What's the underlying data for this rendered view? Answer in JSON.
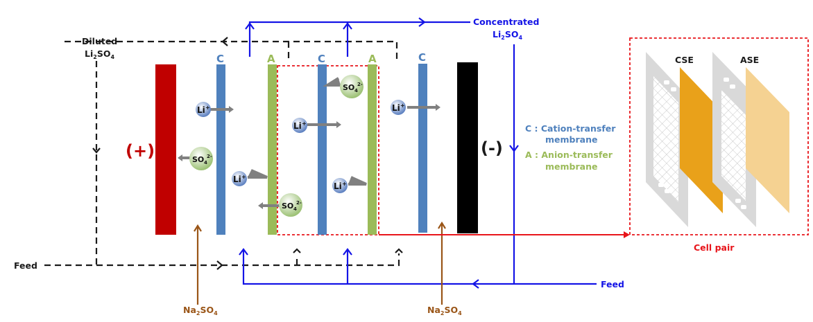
{
  "diagram": {
    "labels": {
      "diluted_line1": "Diluted",
      "diluted_line2_main": "Li",
      "diluted_line2_sub1": "2",
      "diluted_line2_main2": "SO",
      "diluted_line2_sub2": "4",
      "concentrated_line1": "Concentrated",
      "concentrated_line2_main": "Li",
      "concentrated_line2_sub1": "2",
      "concentrated_line2_main2": "SO",
      "concentrated_line2_sub2": "4",
      "feed_left": "Feed",
      "feed_right": "Feed",
      "na2so4_main": "Na",
      "na2so4_sub1": "2",
      "na2so4_main2": "SO",
      "na2so4_sub2": "4",
      "anode": "(+)",
      "cathode": "(-)",
      "cell_pair": "Cell pair",
      "cse": "CSE",
      "ase": "ASE"
    },
    "membranes": [
      "C",
      "A",
      "C",
      "A",
      "C"
    ],
    "legend": {
      "c_line1": "C : Cation-transfer",
      "c_line2": "membrane",
      "a_line1": "A : Anion-transfer",
      "a_line2": "membrane"
    },
    "ions": {
      "li": "Li",
      "li_charge": "+",
      "so4": "SO",
      "so4_sub": "4",
      "so4_charge": "2-"
    },
    "colors": {
      "anode": "#c00000",
      "cathode": "#000000",
      "cation_membrane": "#4f81bd",
      "anion_membrane": "#9bbb59",
      "concentrate_flow": "#1414e6",
      "diluate_flow": "#1a1a1a",
      "na2so4_flow": "#9a5517",
      "cell_pair": "#e8141a",
      "cse_sheet": "#e9a11a",
      "ase_sheet": "#f5d292",
      "spacer": "#d9d9d9"
    }
  }
}
